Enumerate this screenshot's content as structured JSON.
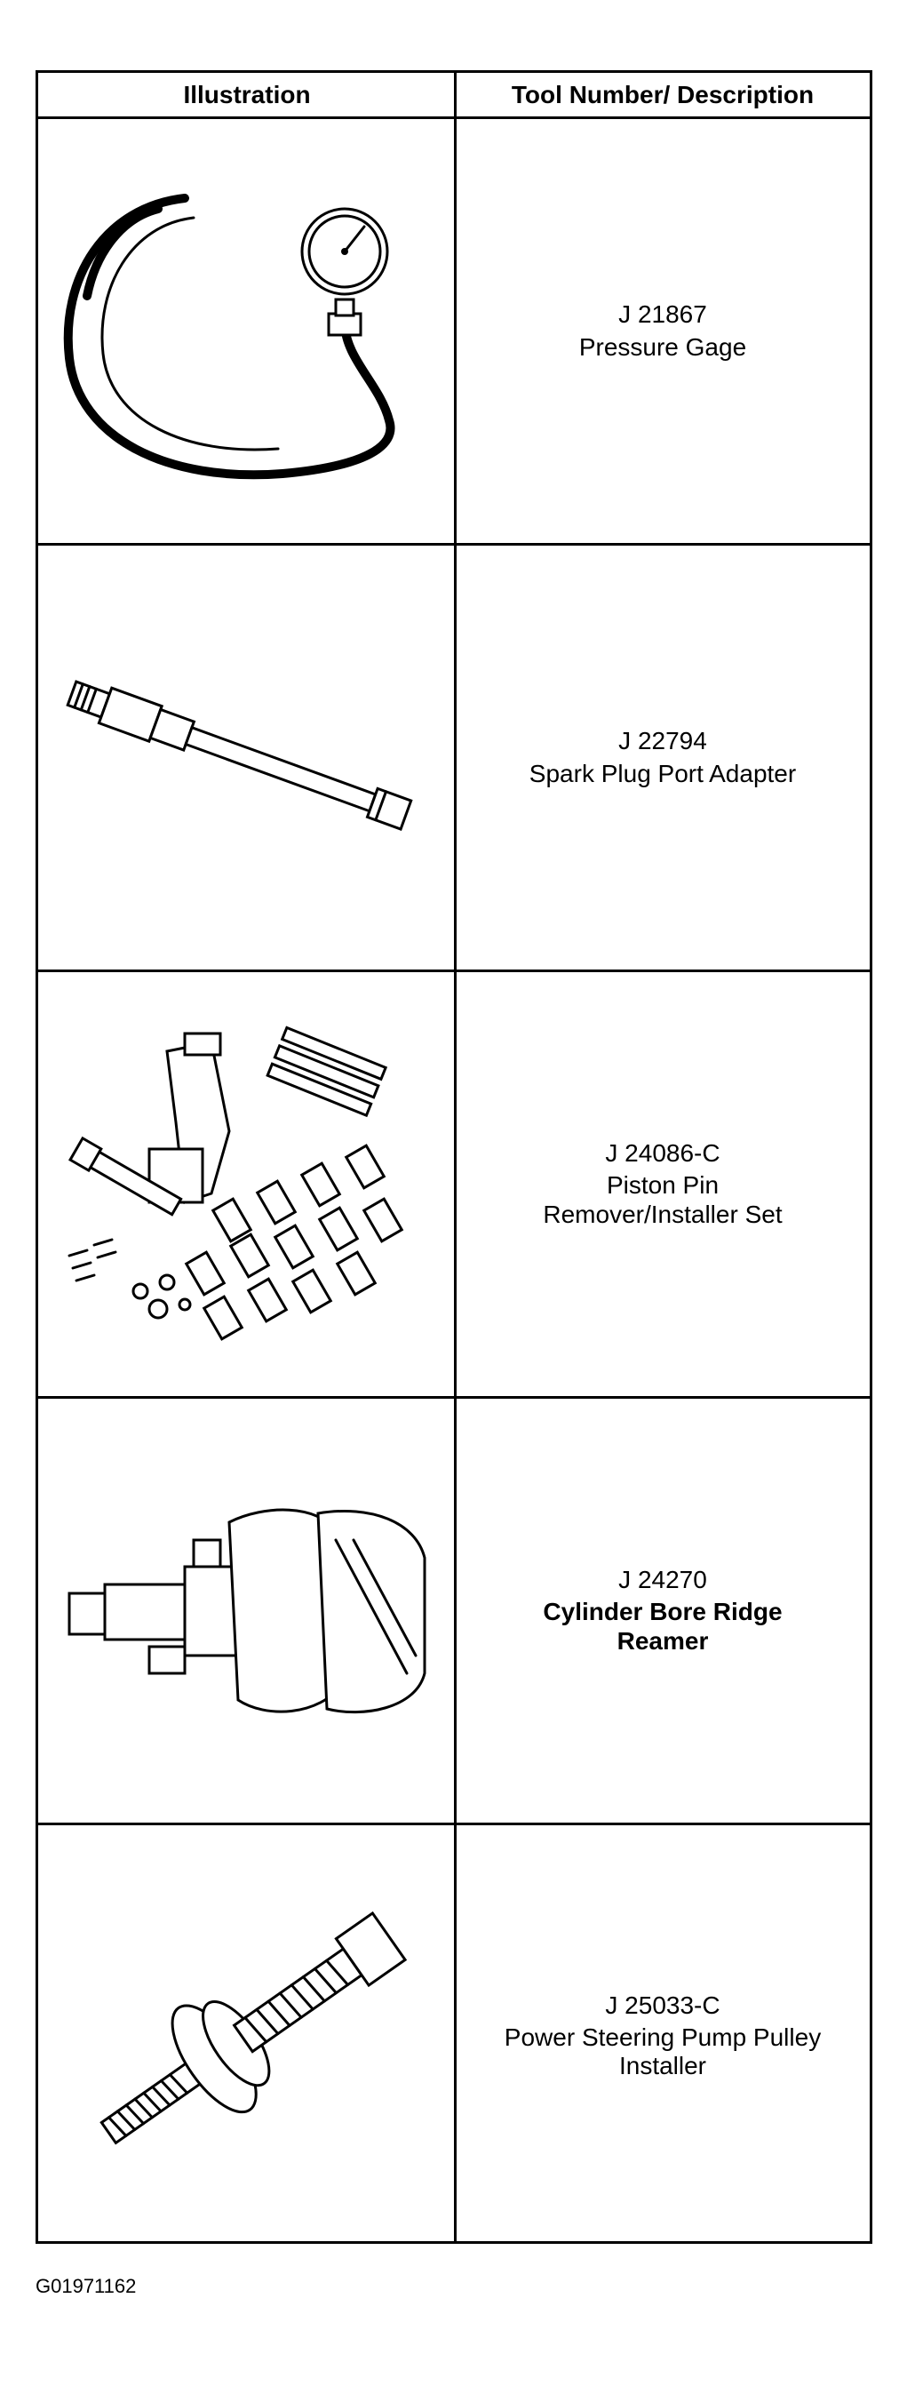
{
  "table": {
    "headers": {
      "illustration": "Illustration",
      "description": "Tool Number/ Description"
    },
    "rows": [
      {
        "number": "J 21867",
        "desc_line1": "Pressure Gage",
        "desc_line2": "",
        "icon": "pressure-gage-illustration"
      },
      {
        "number": "J 22794",
        "desc_line1": "Spark Plug Port Adapter",
        "desc_line2": "",
        "icon": "spark-plug-port-adapter-illustration"
      },
      {
        "number": "J 24086-C",
        "desc_line1": "Piston Pin",
        "desc_line2": "Remover/Installer Set",
        "icon": "piston-pin-set-illustration"
      },
      {
        "number": "J 24270",
        "desc_line1": "Cylinder Bore Ridge",
        "desc_line2": "Reamer",
        "icon": "ridge-reamer-illustration"
      },
      {
        "number": "J 25033-C",
        "desc_line1": "Power Steering Pump Pulley",
        "desc_line2": "Installer",
        "icon": "pulley-installer-illustration"
      }
    ]
  },
  "figure_id": "G01971162"
}
